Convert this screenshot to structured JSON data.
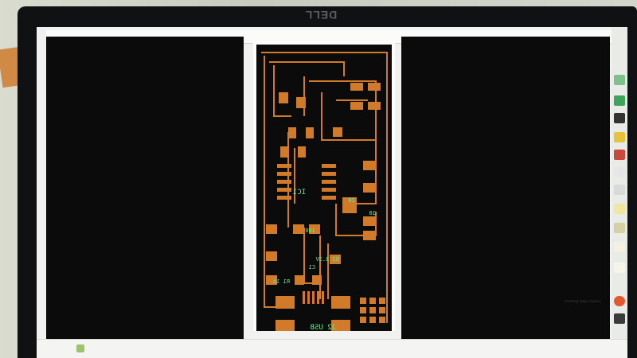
{
  "monitor": {
    "brand": "DELL"
  },
  "pcb": {
    "silkscreen": {
      "ic": "IC1",
      "usb": "J2 USB",
      "res_r1": "R1 1k",
      "res_100": "100",
      "cap_c1": "C1",
      "crystal": "20",
      "diode": "D2 3.3V",
      "fuse": "10"
    }
  },
  "dock": {
    "caption": "Firefox Web Browser"
  },
  "colors": {
    "copper": "#d07a2a",
    "silk": "#5ff08d",
    "background": "#0b0b0c"
  }
}
